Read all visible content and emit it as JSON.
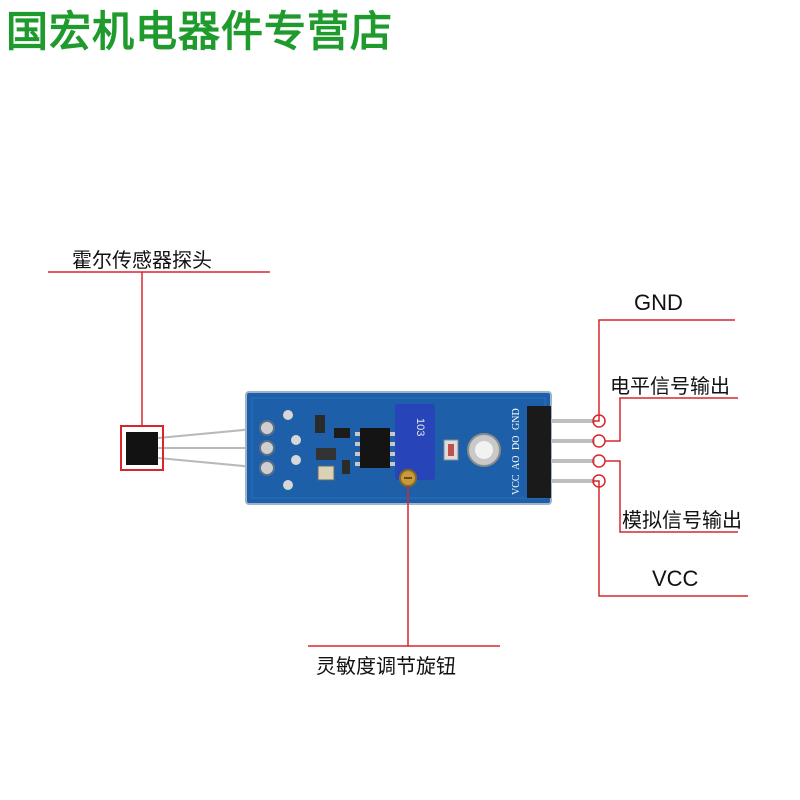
{
  "shop": {
    "title": "国宏机电器件专营店"
  },
  "labels": {
    "hall_probe": "霍尔传感器探头",
    "sensitivity_knob": "灵敏度调节旋钮",
    "gnd": "GND",
    "digital_out": "电平信号输出",
    "analog_out": "模拟信号输出",
    "vcc": "VCC"
  },
  "board": {
    "pin_silkscreen": [
      "GND",
      "DO",
      "AO",
      "VCC"
    ],
    "pot_marking": "103"
  },
  "colors": {
    "title_green": "#1f9a2c",
    "callout_red": "#d8262d",
    "pcb_blue": "#1d5fa8",
    "pot_blue": "#2744b8"
  }
}
